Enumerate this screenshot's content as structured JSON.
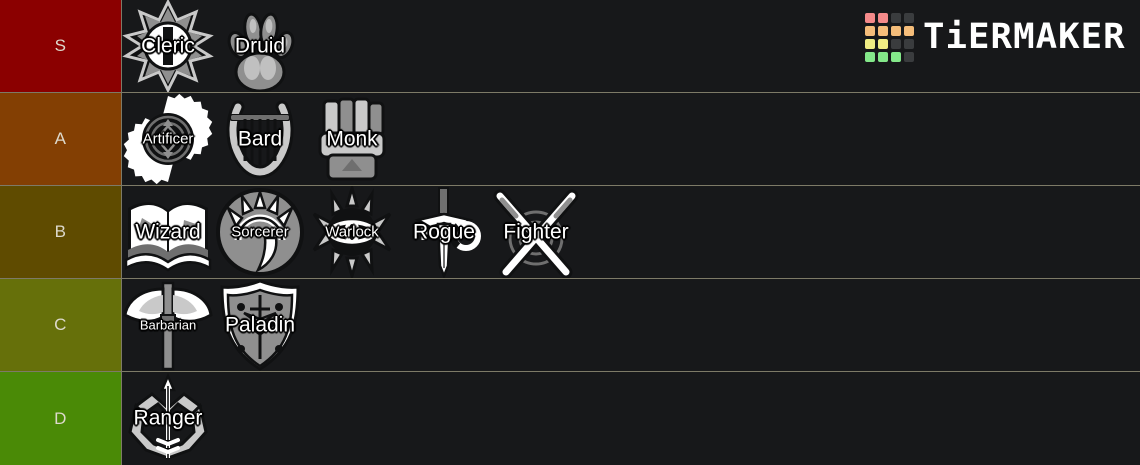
{
  "app": {
    "logo_text": "TiERMAKER",
    "logo_icon": "tiermaker-grid-logo",
    "background_color": "#17181a",
    "divider_color": "#7d7a67"
  },
  "logo_grid_colors": [
    "#f58a8a",
    "#f58a8a",
    "#3a3c3e",
    "#3a3c3e",
    "#f5bd7a",
    "#f5bd7a",
    "#f5bd7a",
    "#f5bd7a",
    "#f0ed84",
    "#f0ed84",
    "#3a3c3e",
    "#3a3c3e",
    "#84e88a",
    "#84e88a",
    "#84e88a",
    "#3a3c3e"
  ],
  "tiers": [
    {
      "label": "S",
      "color": "#8b0000",
      "items": [
        {
          "name": "Cleric",
          "icon": "cleric-sunburst-icon",
          "size": "md"
        },
        {
          "name": "Druid",
          "icon": "druid-paw-icon",
          "size": "md"
        }
      ]
    },
    {
      "label": "A",
      "color": "#833f03",
      "items": [
        {
          "name": "Artificer",
          "icon": "artificer-gear-icon",
          "size": "sm"
        },
        {
          "name": "Bard",
          "icon": "bard-lyre-icon",
          "size": "md"
        },
        {
          "name": "Monk",
          "icon": "monk-fist-icon",
          "size": "md"
        }
      ]
    },
    {
      "label": "B",
      "color": "#5f4b00",
      "items": [
        {
          "name": "Wizard",
          "icon": "wizard-book-icon",
          "size": "md"
        },
        {
          "name": "Sorcerer",
          "icon": "sorcerer-emblem-icon",
          "size": "sm"
        },
        {
          "name": "Warlock",
          "icon": "warlock-eye-icon",
          "size": "sm"
        },
        {
          "name": "Rogue",
          "icon": "rogue-dagger-icon",
          "size": "md"
        },
        {
          "name": "Fighter",
          "icon": "fighter-crossed-swords-icon",
          "size": "md"
        }
      ]
    },
    {
      "label": "C",
      "color": "#66700a",
      "items": [
        {
          "name": "Barbarian",
          "icon": "barbarian-axe-icon",
          "size": "xsm"
        },
        {
          "name": "Paladin",
          "icon": "paladin-shield-icon",
          "size": "md"
        }
      ]
    },
    {
      "label": "D",
      "color": "#4a8a06",
      "items": [
        {
          "name": "Ranger",
          "icon": "ranger-bow-icon",
          "size": "md"
        }
      ]
    }
  ]
}
